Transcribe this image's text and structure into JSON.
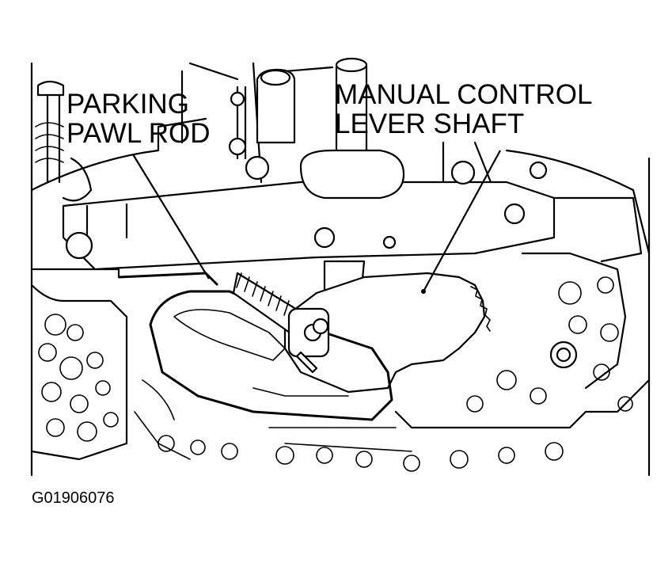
{
  "labels": {
    "parking_line1": "PARKING",
    "parking_line2": "PAWL ROD",
    "manual_line1": "MANUAL CONTROL",
    "manual_line2": "LEVER SHAFT"
  },
  "figure_id": "G01906076",
  "colors": {
    "ink": "#000000",
    "paper": "#ffffff"
  }
}
